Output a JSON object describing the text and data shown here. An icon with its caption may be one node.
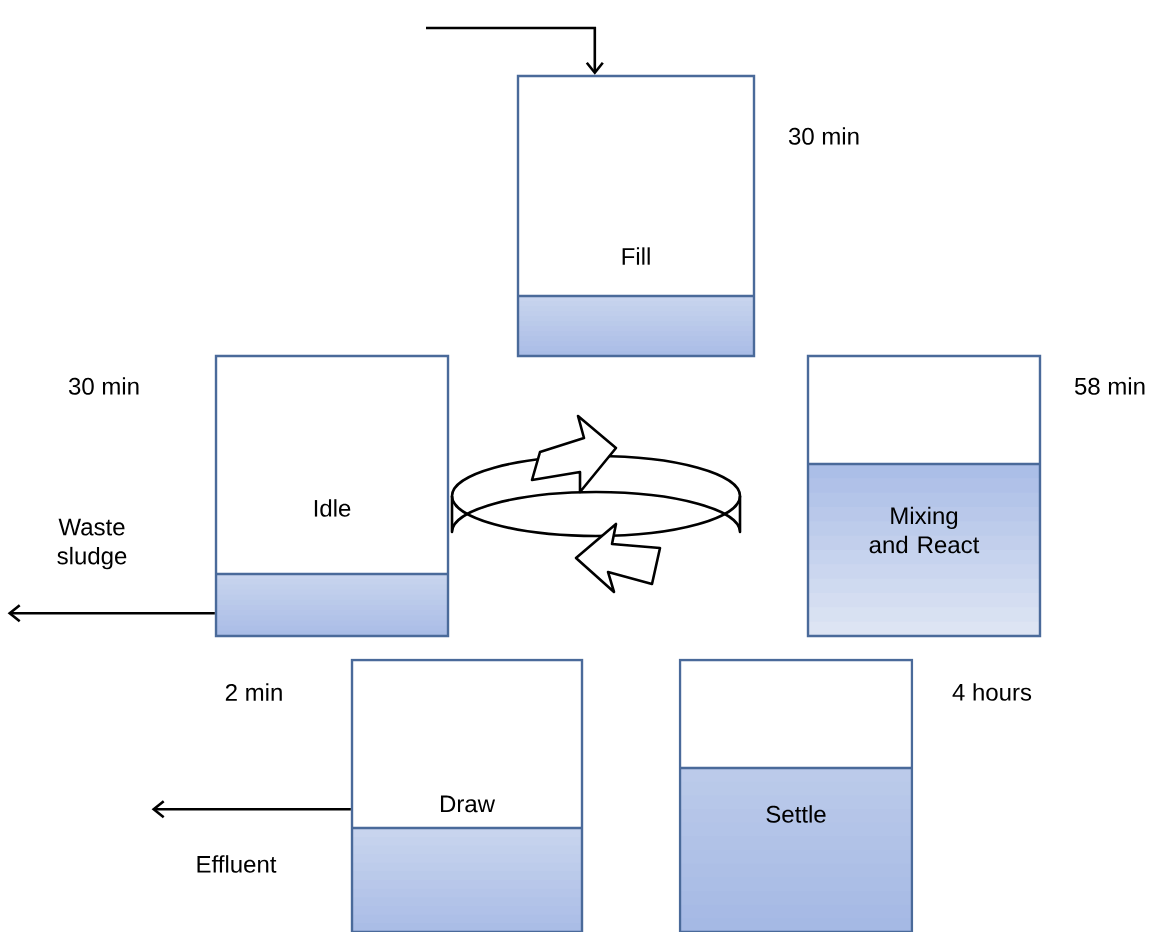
{
  "diagram": {
    "nodes": [
      {
        "text": [
          "Fill"
        ],
        "beside": [
          "30 min"
        ]
      },
      {
        "text": [
          "Mixing and React"
        ],
        "beside": [
          "58 min"
        ]
      },
      {
        "text": [
          "Settle"
        ],
        "beside": [
          "4 hours"
        ]
      },
      {
        "text": [
          "Draw"
        ],
        "beside": [
          "2 min"
        ]
      },
      {
        "text": [
          "Idle"
        ],
        "beside": [
          "30 min"
        ]
      },
      {
        "text": [
          "Waste sludge"
        ]
      },
      {
        "text": [
          "Effluent"
        ]
      }
    ],
    "edges": [
      {
        "from": null,
        "to": 0,
        "arrow": "to"
      },
      {
        "from": 4,
        "to": 5,
        "arrow": "to"
      },
      {
        "from": 3,
        "to": 6,
        "arrow": "to"
      }
    ]
  }
}
